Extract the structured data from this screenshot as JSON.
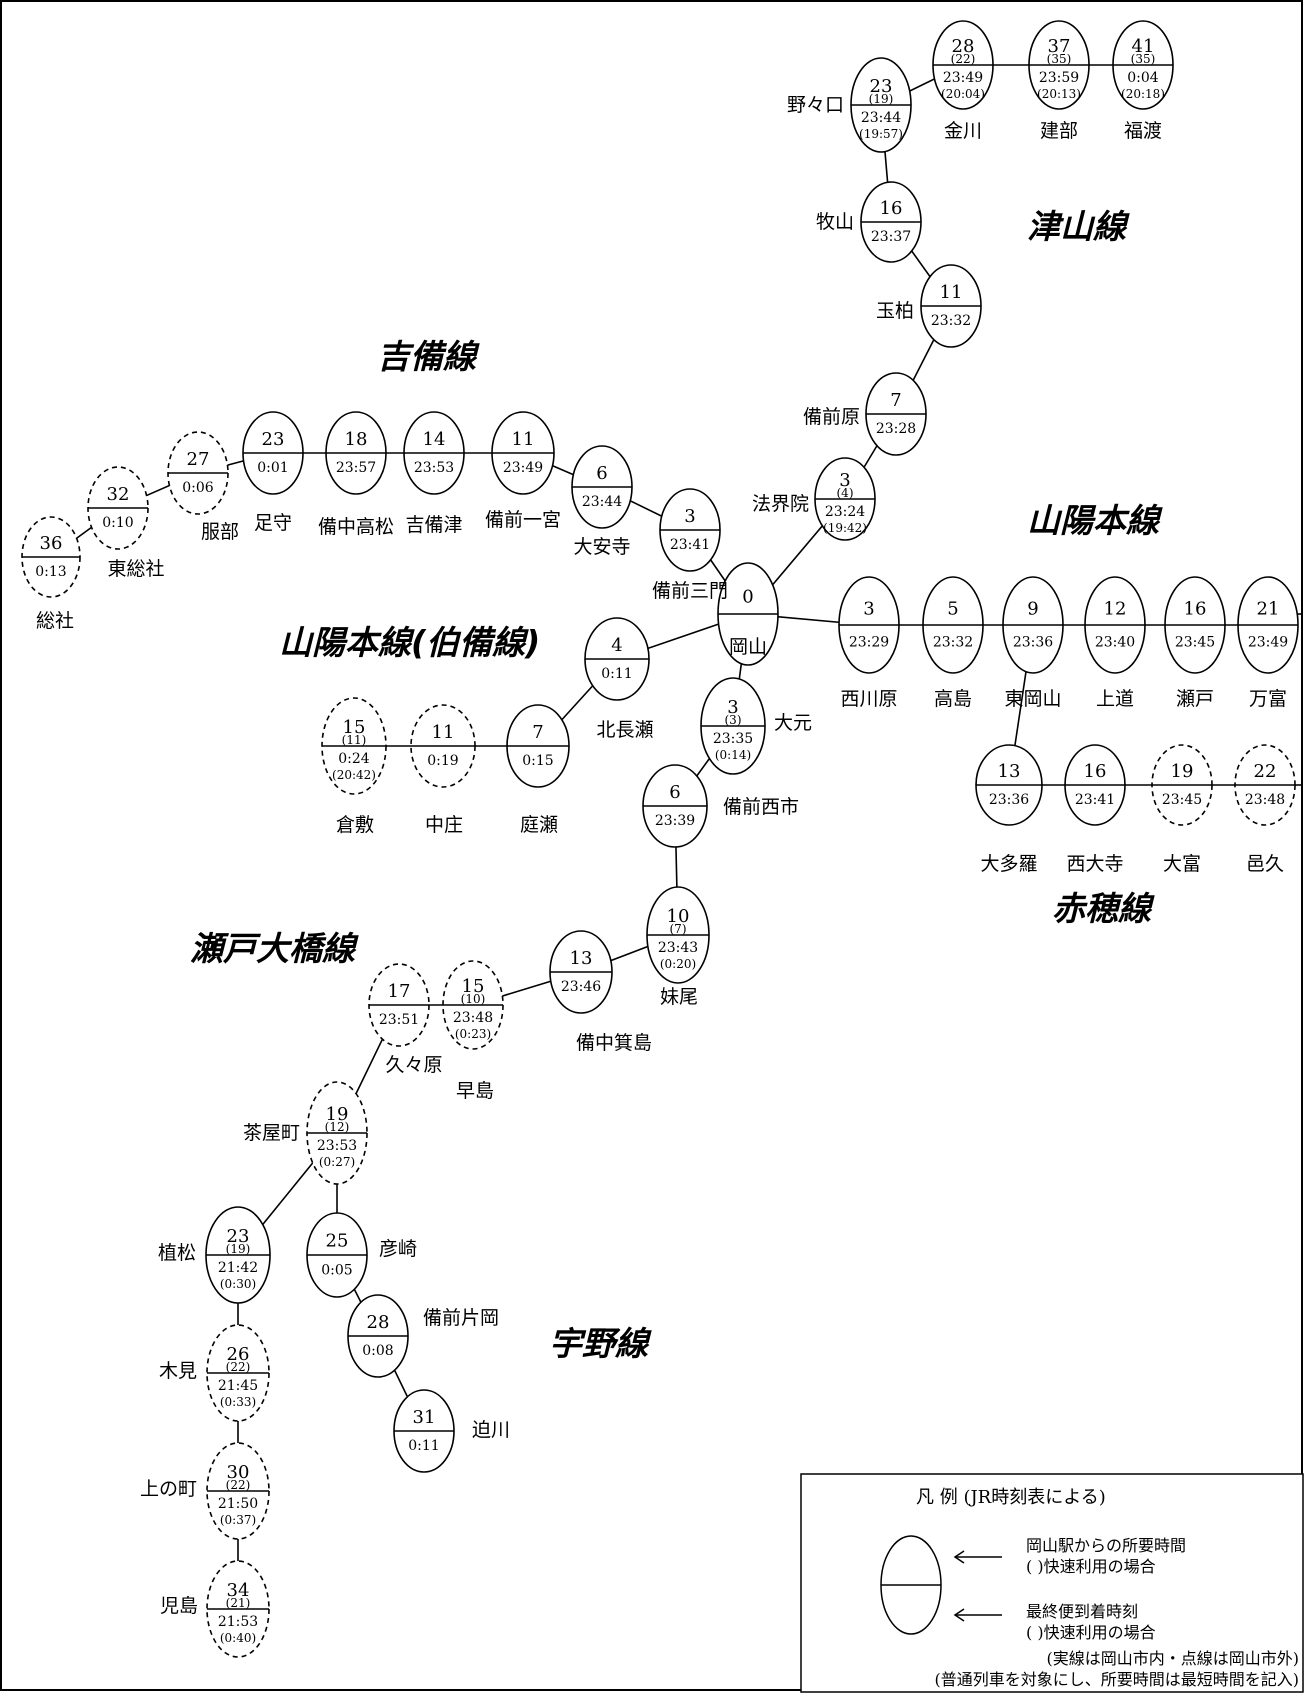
{
  "lines": [
    {
      "id": "tsuyama",
      "name": "津山線"
    },
    {
      "id": "kibi",
      "name": "吉備線"
    },
    {
      "id": "sanyo",
      "name": "山陽本線"
    },
    {
      "id": "hakubi",
      "name": "山陽本線(伯備線)"
    },
    {
      "id": "ako",
      "name": "赤穂線"
    },
    {
      "id": "seto-ohashi",
      "name": "瀬戸大橋線"
    },
    {
      "id": "uno",
      "name": "宇野線"
    }
  ],
  "stations": [
    {
      "id": "okayama",
      "name": "岡山",
      "minutes": "0",
      "time": "",
      "dashed": false
    },
    {
      "id": "hokaiin",
      "name": "法界院",
      "minutes": "3",
      "rapid_minutes": "(4)",
      "time": "23:24",
      "rapid_time": "(19:42)",
      "dashed": false
    },
    {
      "id": "bizenhara",
      "name": "備前原",
      "minutes": "7",
      "time": "23:28",
      "dashed": false
    },
    {
      "id": "tamagashi",
      "name": "玉柏",
      "minutes": "11",
      "time": "23:32",
      "dashed": false
    },
    {
      "id": "makiyama",
      "name": "牧山",
      "minutes": "16",
      "time": "23:37",
      "dashed": false
    },
    {
      "id": "nonokuchi",
      "name": "野々口",
      "minutes": "23",
      "rapid_minutes": "(19)",
      "time": "23:44",
      "rapid_time": "(19:57)",
      "dashed": false
    },
    {
      "id": "kanagawa",
      "name": "金川",
      "minutes": "28",
      "rapid_minutes": "(22)",
      "time": "23:49",
      "rapid_time": "(20:04)",
      "dashed": false
    },
    {
      "id": "takebe",
      "name": "建部",
      "minutes": "37",
      "rapid_minutes": "(35)",
      "time": "23:59",
      "rapid_time": "(20:13)",
      "dashed": false
    },
    {
      "id": "fukuwatari",
      "name": "福渡",
      "minutes": "41",
      "rapid_minutes": "(35)",
      "time": "0:04",
      "rapid_time": "(20:18)",
      "dashed": false
    },
    {
      "id": "bizensanmon",
      "name": "備前三門",
      "minutes": "3",
      "time": "23:41",
      "dashed": false
    },
    {
      "id": "daianji",
      "name": "大安寺",
      "minutes": "6",
      "time": "23:44",
      "dashed": false
    },
    {
      "id": "bizenichinomiya",
      "name": "備前一宮",
      "minutes": "11",
      "time": "23:49",
      "dashed": false
    },
    {
      "id": "kibitsu",
      "name": "吉備津",
      "minutes": "14",
      "time": "23:53",
      "dashed": false
    },
    {
      "id": "bitchutakamatsu",
      "name": "備中高松",
      "minutes": "18",
      "time": "23:57",
      "dashed": false
    },
    {
      "id": "ashimori",
      "name": "足守",
      "minutes": "23",
      "time": "0:01",
      "dashed": false
    },
    {
      "id": "hattori",
      "name": "服部",
      "minutes": "27",
      "time": "0:06",
      "dashed": true
    },
    {
      "id": "higashisoja",
      "name": "東総社",
      "minutes": "32",
      "time": "0:10",
      "dashed": true
    },
    {
      "id": "soja",
      "name": "総社",
      "minutes": "36",
      "time": "0:13",
      "dashed": true
    },
    {
      "id": "nishigawara",
      "name": "西川原",
      "minutes": "3",
      "time": "23:29",
      "dashed": false
    },
    {
      "id": "takashima",
      "name": "高島",
      "minutes": "5",
      "time": "23:32",
      "dashed": false
    },
    {
      "id": "higashiokayama",
      "name": "東岡山",
      "minutes": "9",
      "time": "23:36",
      "dashed": false
    },
    {
      "id": "joto",
      "name": "上道",
      "minutes": "12",
      "time": "23:40",
      "dashed": false
    },
    {
      "id": "seto",
      "name": "瀬戸",
      "minutes": "16",
      "time": "23:45",
      "dashed": false
    },
    {
      "id": "mantomi",
      "name": "万富",
      "minutes": "21",
      "time": "23:49",
      "dashed": false
    },
    {
      "id": "kitanagase",
      "name": "北長瀬",
      "minutes": "4",
      "time": "0:11",
      "dashed": false
    },
    {
      "id": "niwase",
      "name": "庭瀬",
      "minutes": "7",
      "time": "0:15",
      "dashed": false
    },
    {
      "id": "nakasho",
      "name": "中庄",
      "minutes": "11",
      "time": "0:19",
      "dashed": true
    },
    {
      "id": "kurashiki",
      "name": "倉敷",
      "minutes": "15",
      "rapid_minutes": "(11)",
      "time": "0:24",
      "rapid_time": "(20:42)",
      "dashed": true
    },
    {
      "id": "otara",
      "name": "大多羅",
      "minutes": "13",
      "time": "23:36",
      "dashed": false
    },
    {
      "id": "saidaiji",
      "name": "西大寺",
      "minutes": "16",
      "time": "23:41",
      "dashed": false
    },
    {
      "id": "otomi",
      "name": "大富",
      "minutes": "19",
      "time": "23:45",
      "dashed": true
    },
    {
      "id": "oku",
      "name": "邑久",
      "minutes": "22",
      "time": "23:48",
      "dashed": true
    },
    {
      "id": "omoto",
      "name": "大元",
      "minutes": "3",
      "rapid_minutes": "(3)",
      "time": "23:35",
      "rapid_time": "(0:14)",
      "dashed": false
    },
    {
      "id": "bizennishiichi",
      "name": "備前西市",
      "minutes": "6",
      "time": "23:39",
      "dashed": false
    },
    {
      "id": "seno",
      "name": "妹尾",
      "minutes": "10",
      "rapid_minutes": "(7)",
      "time": "23:43",
      "rapid_time": "(0:20)",
      "dashed": false
    },
    {
      "id": "bitchumishima",
      "name": "備中箕島",
      "minutes": "13",
      "time": "23:46",
      "dashed": false
    },
    {
      "id": "hayashima",
      "name": "早島",
      "minutes": "15",
      "rapid_minutes": "(10)",
      "time": "23:48",
      "rapid_time": "(0:23)",
      "dashed": true
    },
    {
      "id": "kukuhara",
      "name": "久々原",
      "minutes": "17",
      "time": "23:51",
      "dashed": true
    },
    {
      "id": "chayamachi",
      "name": "茶屋町",
      "minutes": "19",
      "rapid_minutes": "(12)",
      "time": "23:53",
      "rapid_time": "(0:27)",
      "dashed": true
    },
    {
      "id": "uematsu",
      "name": "植松",
      "minutes": "23",
      "rapid_minutes": "(19)",
      "time": "21:42",
      "rapid_time": "(0:30)",
      "dashed": false
    },
    {
      "id": "kimi",
      "name": "木見",
      "minutes": "26",
      "rapid_minutes": "(22)",
      "time": "21:45",
      "rapid_time": "(0:33)",
      "dashed": true
    },
    {
      "id": "kaminocho",
      "name": "上の町",
      "minutes": "30",
      "rapid_minutes": "(22)",
      "time": "21:50",
      "rapid_time": "(0:37)",
      "dashed": true
    },
    {
      "id": "kojima",
      "name": "児島",
      "minutes": "34",
      "rapid_minutes": "(21)",
      "time": "21:53",
      "rapid_time": "(0:40)",
      "dashed": true
    },
    {
      "id": "hikosaki",
      "name": "彦崎",
      "minutes": "25",
      "time": "0:05",
      "dashed": false
    },
    {
      "id": "bizenkataoka",
      "name": "備前片岡",
      "minutes": "28",
      "time": "0:08",
      "dashed": false
    },
    {
      "id": "hasamagawa",
      "name": "迫川",
      "minutes": "31",
      "time": "0:11",
      "dashed": false
    }
  ],
  "legend": {
    "title": "凡 例 (JR時刻表による)",
    "top_label": "岡山駅からの所要時間",
    "top_sub": "( )快速利用の場合",
    "bottom_label": "最終便到着時刻",
    "bottom_sub": "( )快速利用の場合",
    "note1": "(実線は岡山市内・点線は岡山市外)",
    "note2": "(普通列車を対象にし、所要時間は最短時間を記入)"
  }
}
